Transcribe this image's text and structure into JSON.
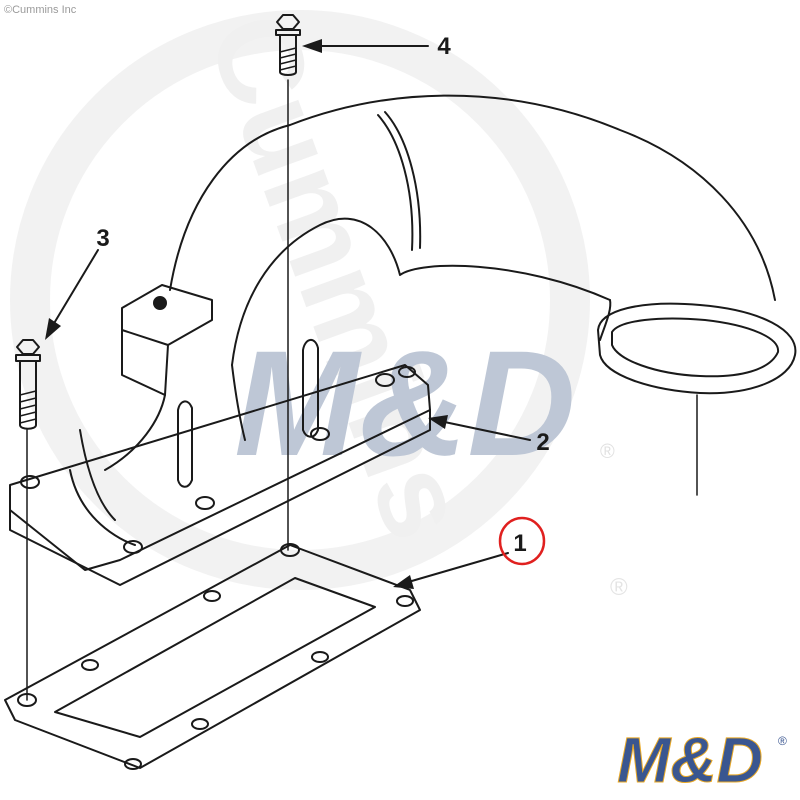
{
  "copyright": "©Cummins Inc",
  "watermark": {
    "brand": "Cummins",
    "center_logo": "M&D",
    "corner_logo": "M&D",
    "registered": "®"
  },
  "callouts": [
    {
      "id": "1",
      "label": "1",
      "part": "gasket",
      "highlighted": true
    },
    {
      "id": "2",
      "label": "2",
      "part": "connection-housing"
    },
    {
      "id": "3",
      "label": "3",
      "part": "flange-bolt-left"
    },
    {
      "id": "4",
      "label": "4",
      "part": "flange-bolt-top"
    }
  ],
  "colors": {
    "line": "#1a1a1a",
    "highlight_ring": "#e0201f",
    "watermark_blue": "#8a9bb5",
    "watermark_yellow": "#f2d8a0",
    "logo_blue": "#3a5690",
    "logo_yellow": "#e9a825"
  }
}
